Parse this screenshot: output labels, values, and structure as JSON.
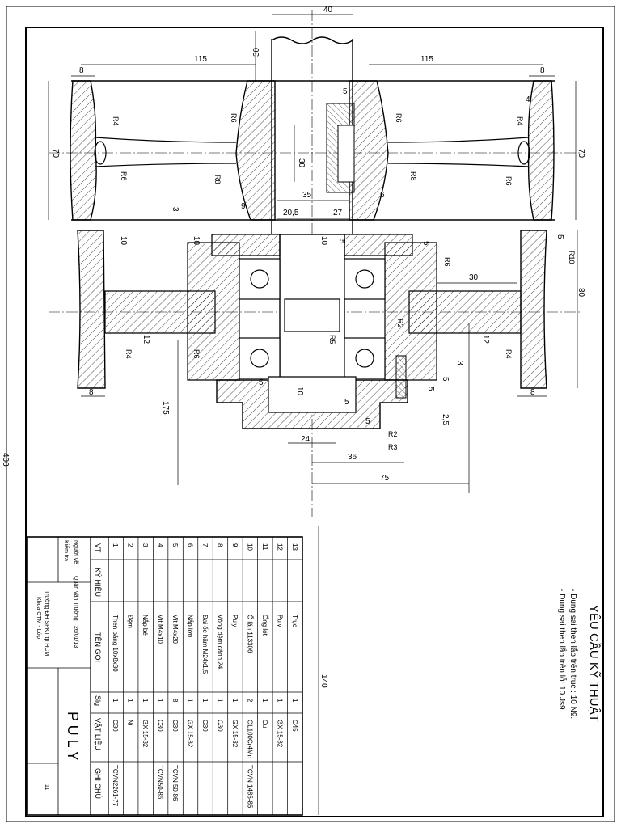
{
  "dims": {
    "top_width": "40",
    "left_span": "115",
    "right_span": "115",
    "top_30": "30",
    "d8_tl": "8",
    "d8_tr": "8",
    "d5_top": "5",
    "d4_top": "4",
    "r4_a": "R4",
    "r4_b": "R4",
    "r6_a": "R6",
    "r6_b": "R6",
    "r6_c": "R6",
    "r6_d": "R6",
    "r8_a": "R8",
    "r8_b": "R8",
    "h70_left": "70",
    "h70_right": "70",
    "c30": "30",
    "d35": "35",
    "d6": "6",
    "d9": "9",
    "d3": "3",
    "d20_5": "20,5",
    "d27": "27",
    "d10_a": "10",
    "d10_b": "10",
    "d10_c": "10",
    "d5_a": "5",
    "d5_b": "5",
    "d5_c": "5",
    "r6_e": "R6",
    "d30_right": "30",
    "d80": "80",
    "r10": "R10",
    "d12_a": "12",
    "d12_b": "12",
    "r4_c": "R4",
    "r4_d": "R4",
    "r6_f": "R6",
    "r6_g": "R6",
    "r5": "R5",
    "r2": "R2",
    "d3_b": "3",
    "d5_d": "5",
    "d5_e": "5",
    "d2_5": "2,5",
    "d8_bl": "8",
    "d8_br": "8",
    "d175": "175",
    "d5_f": "5",
    "d10_d": "10",
    "d5_g": "5",
    "d5_h": "5",
    "d24": "24",
    "r2_b": "R2",
    "r3": "R3",
    "d36": "36",
    "d75": "75",
    "d400": "400",
    "d140": "140"
  },
  "requirements": {
    "title": "YÊU CẦU KỸ THUẬT",
    "line1": "- Dung sai then lắp trên trục : 10 N9.",
    "line2": "- Dung sai then lắp trên lỗ:   10 Js9."
  },
  "bom_headers": [
    "VT",
    "KÝ HIỆU",
    "TÊN GỌI",
    "Slg",
    "VẬT LIỆU",
    "GHI CHÚ"
  ],
  "bom_rows": [
    {
      "vt": "13",
      "ten": "Trục",
      "slg": "1",
      "vl": "C45",
      "ghi": ""
    },
    {
      "vt": "12",
      "ten": "Puly",
      "slg": "1",
      "vl": "GX 15-32",
      "ghi": ""
    },
    {
      "vt": "11",
      "ten": "Ống lót",
      "slg": "1",
      "vl": "Cu",
      "ghi": ""
    },
    {
      "vt": "10",
      "ten": "Ổ lăn 113306",
      "slg": "2",
      "vl": "OL100Cr4Mn",
      "ghi": "TCVN 1485-85"
    },
    {
      "vt": "9",
      "ten": "Puly",
      "slg": "1",
      "vl": "GX 15-32",
      "ghi": ""
    },
    {
      "vt": "8",
      "ten": "Vòng đệm cánh 24",
      "slg": "1",
      "vl": "C30",
      "ghi": ""
    },
    {
      "vt": "7",
      "ten": "Đai ốc hãm M24x1,5",
      "slg": "1",
      "vl": "C30",
      "ghi": ""
    },
    {
      "vt": "6",
      "ten": "Nắp lớn",
      "slg": "1",
      "vl": "GX 15-32",
      "ghi": ""
    },
    {
      "vt": "5",
      "ten": "Vít M4x20",
      "slg": "8",
      "vl": "C30",
      "ghi": "TCVN 50-86"
    },
    {
      "vt": "4",
      "ten": "Vít M4x10",
      "slg": "1",
      "vl": "C30",
      "ghi": "TCVN50-86"
    },
    {
      "vt": "3",
      "ten": "Nắp bé",
      "slg": "1",
      "vl": "GX 15-32",
      "ghi": ""
    },
    {
      "vt": "2",
      "ten": "Đệm",
      "slg": "1",
      "vl": "Nỉ",
      "ghi": ""
    },
    {
      "vt": "1",
      "ten": "Then bằng 10x8x30",
      "slg": "1",
      "vl": "C30",
      "ghi": "TCVN2261-77"
    }
  ],
  "titleblock": {
    "kiem_tra": "Kiểm tra",
    "nguoi_ve": "Người vẽ",
    "nguoi_ve_name": "Quản văn Trường",
    "ngay": "26/01/13",
    "truong1": "Trường ĐH SPKT tp HCM",
    "truong2": "Khoa CTM - Lớp",
    "title": "P U L Y",
    "sheet_no": "11"
  }
}
